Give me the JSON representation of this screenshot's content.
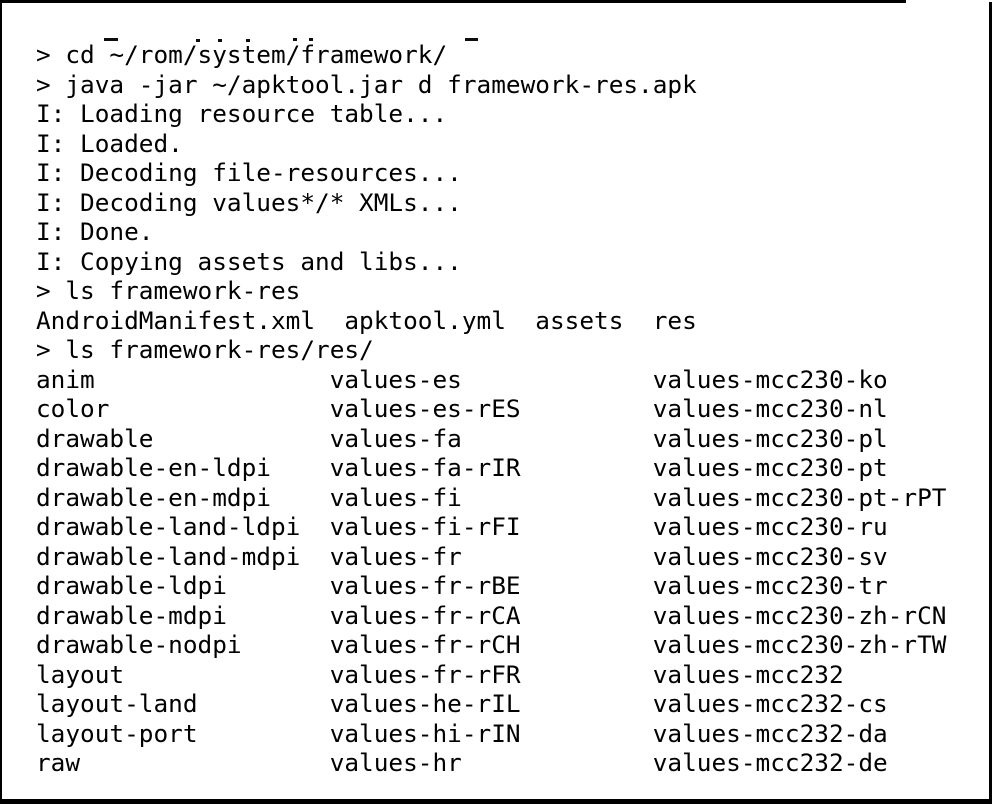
{
  "terminal": {
    "background_color": "#ffffff",
    "text_color": "#000000",
    "frame_color": "#000000",
    "prompt_symbol": ">",
    "lines": [
      "> cd ~/rom/system/framework/",
      "> java -jar ~/apktool.jar d framework-res.apk",
      "I: Loading resource table...",
      "I: Loaded.",
      "I: Decoding file-resources...",
      "I: Decoding values*/* XMLs...",
      "I: Done.",
      "I: Copying assets and libs...",
      "> ls framework-res",
      "AndroidManifest.xml  apktool.yml  assets  res",
      "> ls framework-res/res/",
      "anim                values-es             values-mcc230-ko",
      "color               values-es-rES         values-mcc230-nl",
      "drawable            values-fa             values-mcc230-pl",
      "drawable-en-ldpi    values-fa-rIR         values-mcc230-pt",
      "drawable-en-mdpi    values-fi             values-mcc230-pt-rPT",
      "drawable-land-ldpi  values-fi-rFI         values-mcc230-ru",
      "drawable-land-mdpi  values-fr             values-mcc230-sv",
      "drawable-ldpi       values-fr-rBE         values-mcc230-tr",
      "drawable-mdpi       values-fr-rCA         values-mcc230-zh-rCN",
      "drawable-nodpi      values-fr-rCH         values-mcc230-zh-rTW",
      "layout              values-fr-rFR         values-mcc232",
      "layout-land         values-he-rIL         values-mcc232-cs",
      "layout-port         values-hi-rIN         values-mcc232-da",
      "raw                 values-hr             values-mcc232-de"
    ]
  }
}
